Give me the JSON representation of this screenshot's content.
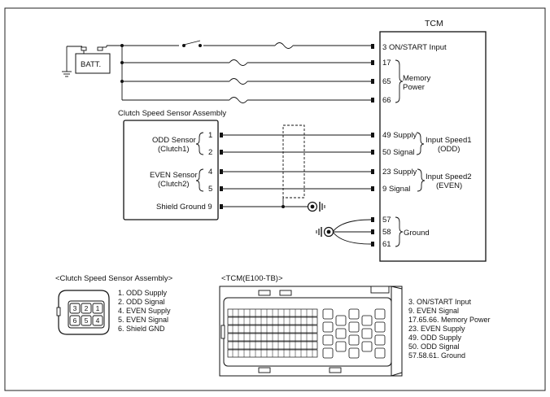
{
  "tcm": {
    "title": "TCM",
    "pins": [
      {
        "num": "3",
        "label": "ON/START Input"
      },
      {
        "num": "17",
        "label": ""
      },
      {
        "num": "65",
        "label": ""
      },
      {
        "num": "66",
        "label": ""
      },
      {
        "num": "49",
        "label": "Supply"
      },
      {
        "num": "50",
        "label": "Signal"
      },
      {
        "num": "23",
        "label": "Supply"
      },
      {
        "num": "9",
        "label": "Signal"
      },
      {
        "num": "57",
        "label": ""
      },
      {
        "num": "58",
        "label": ""
      },
      {
        "num": "61",
        "label": ""
      }
    ],
    "groups": {
      "memory": [
        "Memory",
        "Power"
      ],
      "speed1": [
        "Input Speed1",
        "(ODD)"
      ],
      "speed2": [
        "Input Speed2",
        "(EVEN)"
      ],
      "ground": "Ground"
    }
  },
  "battery": {
    "label": "BATT."
  },
  "sensor": {
    "title": "Clutch Speed Sensor Assembly",
    "odd": [
      "ODD Sensor",
      "(Clutch1)"
    ],
    "even": [
      "EVEN Sensor",
      "(Clutch2)"
    ],
    "shield": "Shield Ground 9",
    "pins": [
      "1",
      "2",
      "4",
      "5"
    ]
  },
  "connector_sensor": {
    "title": "<Clutch Speed Sensor Assembly>",
    "cavities": [
      "3",
      "2",
      "1",
      "6",
      "5",
      "4"
    ],
    "legend": [
      "1. ODD Supply",
      "2. ODD Signal",
      "4. EVEN Supply",
      "5. EVEN Signal",
      "6. Shield GND"
    ]
  },
  "connector_tcm": {
    "title": "<TCM(E100-TB)>",
    "legend": [
      "3. ON/START Input",
      "9. EVEN Signal",
      "17.65.66. Memory Power",
      "23. EVEN Supply",
      "49. ODD Supply",
      "50. ODD Signal",
      "57.58.61. Ground"
    ]
  }
}
